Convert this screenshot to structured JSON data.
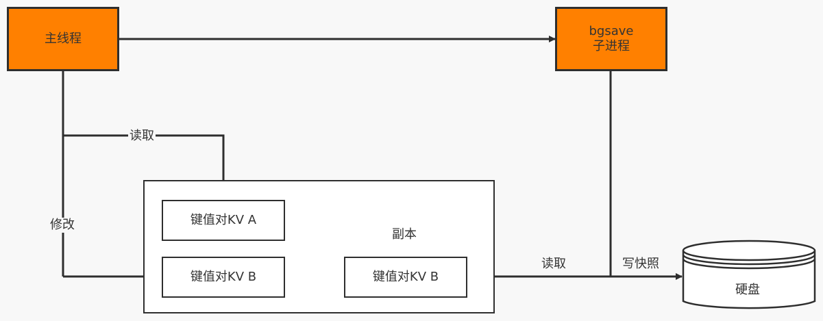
{
  "nodes": {
    "main_thread": "主线程",
    "bgsave_line1": "bgsave",
    "bgsave_line2": "子进程",
    "replica": "副本",
    "kv_a": "键值对KV A",
    "kv_b": "键值对KV B",
    "kv_b_copy": "键值对KV B",
    "disk": "硬盘"
  },
  "edges": {
    "read_1": "读取",
    "modify": "修改",
    "read_2": "读取",
    "write_snapshot": "写快照"
  },
  "colors": {
    "process_fill": "#ff8000",
    "stroke": "#2e2e2e",
    "background": "#f8f8f8"
  }
}
